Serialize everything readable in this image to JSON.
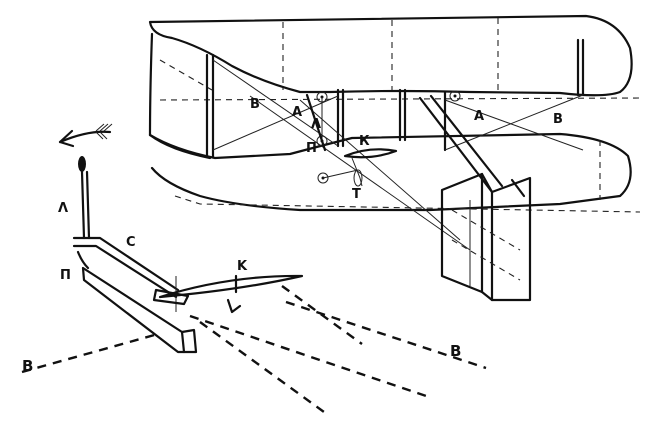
{
  "labels": {
    "B_left_wing": "B",
    "A_left": "A",
    "Lambda_center": "Λ",
    "Pi_center": "П",
    "K_center": "К",
    "T_center": "Т",
    "A_right": "A",
    "B_right_wing": "B",
    "Lambda_lever": "Λ",
    "C_rod": "C",
    "Pi_lever": "П",
    "K_detail": "K",
    "B_bottom_left": "B",
    "B_bottom_right": "B"
  },
  "icons": {
    "direction_arrow": "feathered-arrow-icon"
  }
}
